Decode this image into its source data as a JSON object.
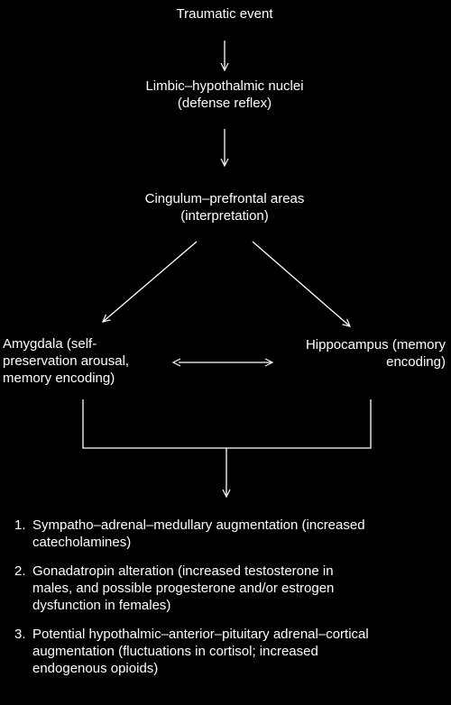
{
  "diagram": {
    "nodes": {
      "event": {
        "label": "Traumatic event"
      },
      "limbic": {
        "line1": "Limbic–hypothalmic nuclei",
        "line2": "(defense reflex)"
      },
      "cingulum": {
        "line1": "Cingulum–prefrontal areas",
        "line2": "(interpretation)"
      },
      "amygdala": {
        "line1": "Amygdala (self-",
        "line2": "preservation arousal,",
        "line3": "memory encoding)"
      },
      "hippocampus": {
        "line1": "Hippocampus (memory",
        "line2": "encoding)"
      }
    },
    "outcomes": [
      {
        "num": "1.",
        "line1": "Sympatho–adrenal–medullary augmentation (increased",
        "line2": "catecholamines)"
      },
      {
        "num": "2.",
        "line1": "Gonadatropin alteration (increased testosterone in",
        "line2": "males, and possible progesterone and/or estrogen",
        "line3": "dysfunction in females)"
      },
      {
        "num": "3.",
        "line1": "Potential hypothalmic–anterior–pituitary adrenal–cortical",
        "line2": "augmentation (fluctuations in cortisol; increased",
        "line3": "endogenous opioids)"
      }
    ],
    "colors": {
      "background": "#000000",
      "foreground": "#ffffff"
    }
  }
}
